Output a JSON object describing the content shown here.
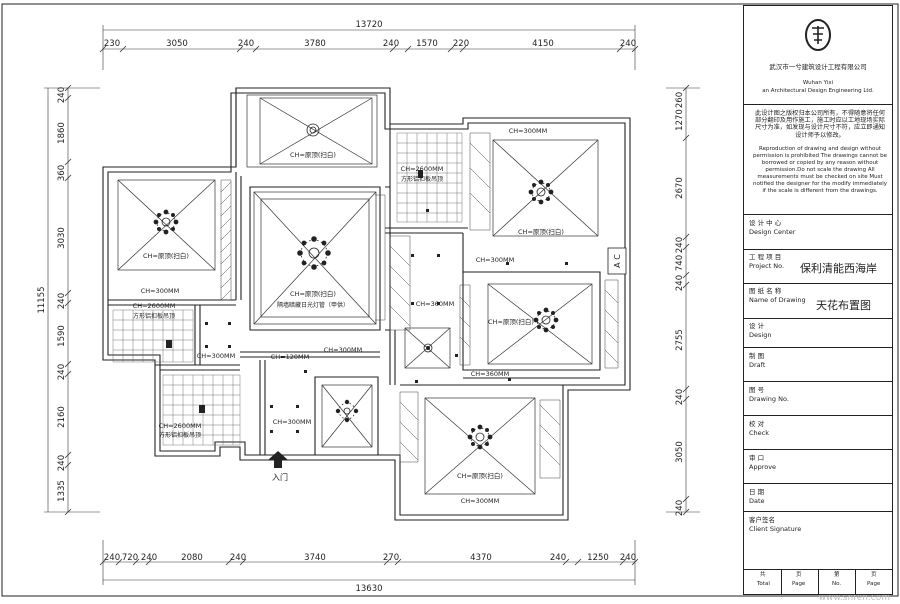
{
  "drawing": {
    "top_total": "13720",
    "top_dims": [
      "230",
      "3050",
      "240",
      "3780",
      "240",
      "1570",
      "220",
      "4150",
      "240"
    ],
    "bottom_total": "13630",
    "bottom_dims": [
      "240",
      "720",
      "240",
      "2080",
      "240",
      "3740",
      "270",
      "4370",
      "240",
      "1250",
      "240"
    ],
    "left_total": "11155",
    "left_dims": [
      "240",
      "1860",
      "360",
      "3030",
      "240",
      "1590",
      "240",
      "2160",
      "240",
      "1335"
    ],
    "right_dims": [
      "260",
      "1270",
      "2670",
      "240",
      "740",
      "240",
      "2755",
      "240",
      "3050",
      "240"
    ],
    "rooms": [
      {
        "ch": "CH=原顶(扫白)",
        "note": ""
      },
      {
        "ch": "CH=原顶(扫白)",
        "note": ""
      },
      {
        "ch": "CH=原顶(扫白)",
        "note": "隔墙暗藏日光灯管（甲供）"
      },
      {
        "ch": "CH=2600MM",
        "note": "方形铝扣板吊顶"
      },
      {
        "ch": "CH=300MM",
        "note": ""
      },
      {
        "ch": "CH=原顶(扫白)",
        "note": ""
      },
      {
        "ch": "CH=300MM",
        "note": ""
      },
      {
        "ch": "CH=360MM",
        "note": ""
      },
      {
        "ch": "CH=原顶(扫白)",
        "note": ""
      },
      {
        "ch": "CH=360MM",
        "note": ""
      },
      {
        "ch": "CH=2600MM",
        "note": "方形铝扣板吊顶"
      },
      {
        "ch": "CH=300MM",
        "note": ""
      },
      {
        "ch": "CH=120MM",
        "note": ""
      },
      {
        "ch": "CH=300MM",
        "note": ""
      },
      {
        "ch": "CH=300MM",
        "note": ""
      },
      {
        "ch": "CH=2600MM",
        "note": "方形铝扣板吊顶"
      },
      {
        "ch": "CH=300MM",
        "note": ""
      },
      {
        "ch": "CH=原顶(扫白)",
        "note": ""
      },
      {
        "ch": "CH=300MM",
        "note": ""
      }
    ],
    "entrance": "入门",
    "ac": "A C"
  },
  "title_block": {
    "company_cn": "武汉市一兮建筑设计工程有限公司",
    "company_en_1": "Wuhan Yixi",
    "company_en_2": "an Architectural Design Engineering Ltd.",
    "note_cn": "此设计图之版权归本公司所有，不得随意将任何部分翻印及用作施工，施工时应以工地现场实际尺寸为准，如发现与设计尺寸不符，应立即通知设计师予以修改。",
    "note_en": "Reproduction of drawing and design without permission is prohibited The drawings cannot be borrowed or copied by any reason without permission.Do not scale the drawing All measurements must be checked on site Must notified the designer for the modify immediately if the scale is different from the drawings.",
    "design_center_cn": "设 计 中 心",
    "design_center_en": "Design Center",
    "project_cn": "工 程 项 目",
    "project_en": "Project No.",
    "project_value": "保利清能西海岸",
    "drawing_name_cn": "图 纸 名 称",
    "drawing_name_en": "Name of Drawing",
    "drawing_name_value": "天花布置图",
    "design_cn": "设 计",
    "design_en": "Design",
    "draft_cn": "制 图",
    "draft_en": "Draft",
    "drawing_no_cn": "图 号",
    "drawing_no_en": "Drawing No.",
    "check_cn": "校 对",
    "check_en": "Check",
    "approve_cn": "审 口",
    "approve_en": "Approve",
    "date_cn": "日 期",
    "date_en": "Date",
    "client_cn": "客户签名",
    "client_en": "Client Signature",
    "total_cn": "共",
    "total_en": "Total",
    "page_cn": "页",
    "page_en": "Page",
    "sheet_cn": "第",
    "sheet_en": "No."
  },
  "watermark": "www.snren.com"
}
